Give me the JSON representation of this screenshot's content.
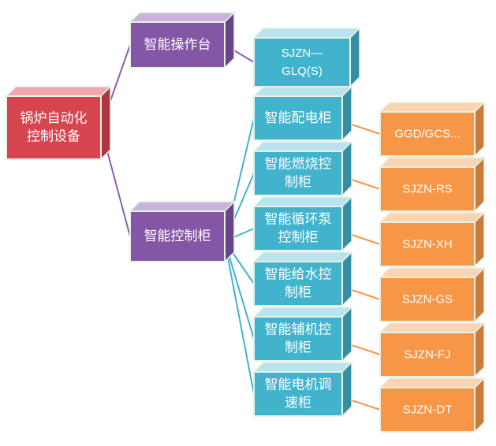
{
  "colors": {
    "root": "#d64550",
    "root_top": "#f0a7ad",
    "level1": "#8456a6",
    "level1_top": "#c9b3dd",
    "cabinet": "#41b3cd",
    "cabinet_top": "#b9e4ef",
    "model": "#f79646",
    "model_top": "#fbd4b2",
    "edge_purple": "#8c5fb0",
    "edge_orange": "#f79646",
    "edge_teal": "#41b3cd",
    "border": "#e6f2e6"
  },
  "root": {
    "lines": [
      "锅炉自动化",
      "控制设备"
    ]
  },
  "level1": [
    {
      "lines": [
        "智能操作台"
      ]
    },
    {
      "lines": [
        "智能控制柜"
      ]
    }
  ],
  "console_model": {
    "lines": [
      "SJZN—",
      "GLQ(S)"
    ]
  },
  "cabinets": [
    {
      "lines": [
        "智能配电柜"
      ],
      "model": "GGD/GCS..."
    },
    {
      "lines": [
        "智能燃烧控",
        "制柜"
      ],
      "model": "SJZN-RS"
    },
    {
      "lines": [
        "智能循环泵",
        "控制柜"
      ],
      "model": "SJZN-XH"
    },
    {
      "lines": [
        "智能给水控",
        "制柜"
      ],
      "model": "SJZN-GS"
    },
    {
      "lines": [
        "智能辅机控",
        "制柜"
      ],
      "model": "SJZN-FJ"
    },
    {
      "lines": [
        "智能电机调",
        "速柜"
      ],
      "model": "SJZN-DT"
    }
  ]
}
